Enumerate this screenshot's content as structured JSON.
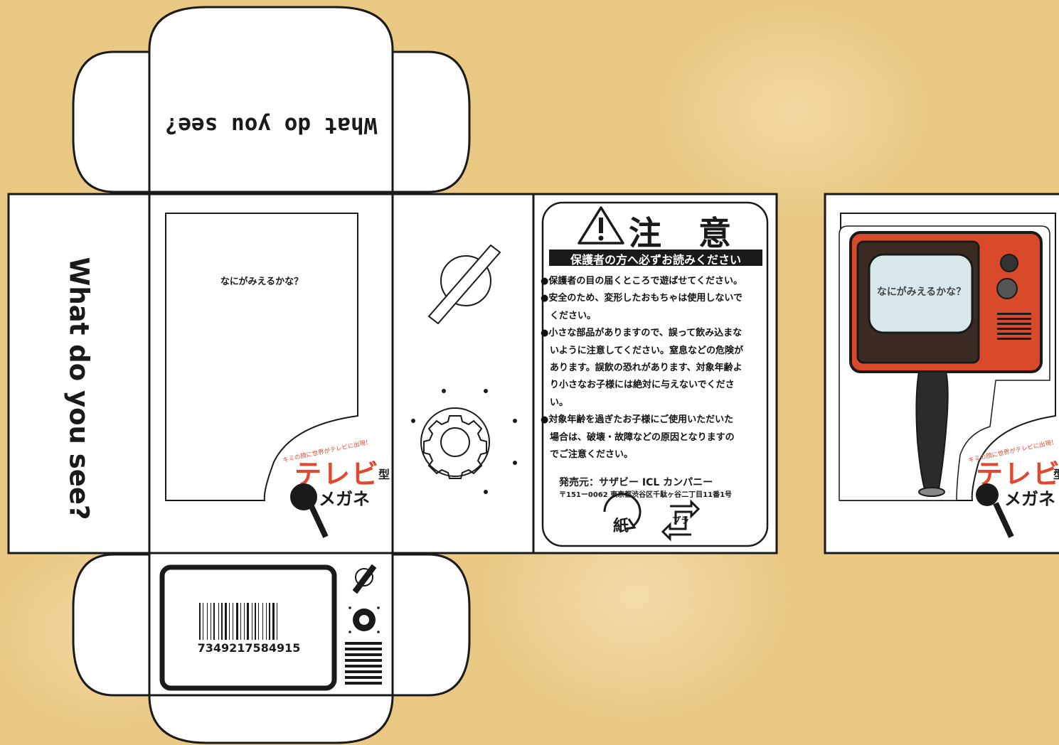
{
  "box": {
    "title_flipped": "What do you see?",
    "side_title": "What do you see?",
    "window_text": "なにがみえるかな？",
    "logo": {
      "tagline": "キミの顔に世界がテレビに出現！",
      "name_main": "テレビ",
      "name_suffix": "型",
      "name_sub": "メガネ"
    },
    "barcode_number": "7349217584915"
  },
  "caution": {
    "heading": "注 意",
    "banner": "保護者の方へ必ずお読みください",
    "items": [
      "●保護者の目の届くところで遊ばせてください。",
      "●安全のため、変形したおもちゃは使用しないで",
      "　ください。",
      "●小さな部品がありますので、誤って飲み込まな",
      "　いように注意してください。窒息などの危険が",
      "　あります。誤飲の恐れがあります、対象年齢よ",
      "　り小さなお子様には絶対に与えないでくださ",
      "　い。",
      "●対象年齢を過ぎたお子様にご使用いただいた",
      "　場合は、破壊・故障などの原因となりますの",
      "　でご注意ください。"
    ],
    "publisher_label": "発売元：",
    "publisher_name": "サザビー ICL カンパニー",
    "address": "〒151ー0062 東京都渋谷区千駄ヶ谷二丁目11番1号",
    "recycle_paper": "紙",
    "recycle_plastic": "プラ"
  },
  "product": {
    "screen_text": "なにがみえるかな？",
    "logo": {
      "tagline": "キミの顔に世界がテレビに出現！",
      "name_main": "テレビ",
      "name_suffix": "型",
      "name_sub": "メガネ"
    }
  },
  "colors": {
    "background": "#e9c884",
    "outline": "#1a1a1a",
    "logo_red": "#e2472f",
    "tv_red": "#d94a2a"
  }
}
